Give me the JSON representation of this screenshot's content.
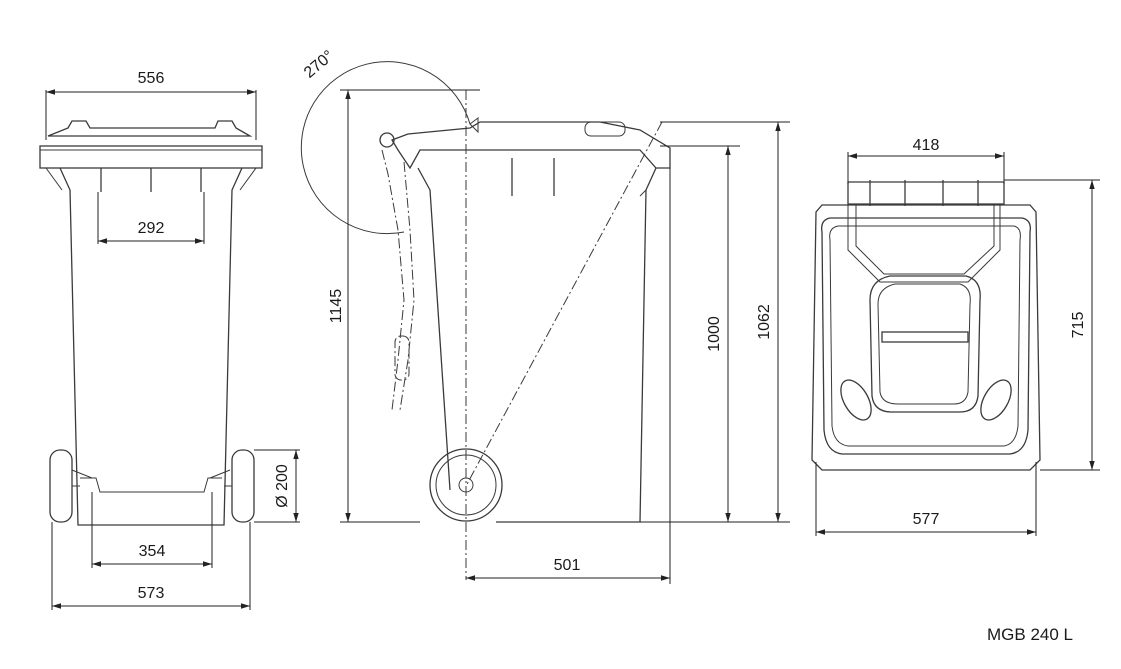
{
  "title": "MGB 240 L",
  "dimensions": {
    "top_width": "556",
    "inner_rib": "292",
    "base_inner": "354",
    "overall_width": "573",
    "wheel_diameter": "Ø 200",
    "open_angle": "270°",
    "height_open": "1145",
    "body_height": "1000",
    "lid_height": "1062",
    "depth": "501",
    "top_lid_width": "418",
    "top_depth": "715",
    "top_width_plan": "577"
  }
}
